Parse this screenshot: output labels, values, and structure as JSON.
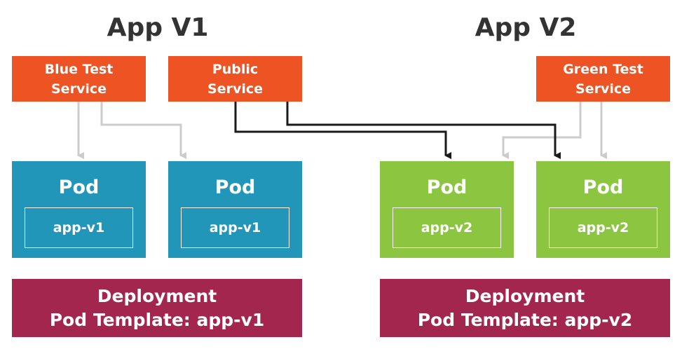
{
  "titles": {
    "v1": "App V1",
    "v2": "App V2"
  },
  "services": {
    "blue_test": "Blue Test\nService",
    "public": "Public\nService",
    "green_test": "Green Test\nService"
  },
  "pods": [
    {
      "title": "Pod",
      "app": "app-v1"
    },
    {
      "title": "Pod",
      "app": "app-v1"
    },
    {
      "title": "Pod",
      "app": "app-v2"
    },
    {
      "title": "Pod",
      "app": "app-v2"
    }
  ],
  "deployments": [
    {
      "line1": "Deployment",
      "line2": "Pod Template: app-v1"
    },
    {
      "line1": "Deployment",
      "line2": "Pod Template: app-v2"
    }
  ],
  "colors": {
    "service": "#ee5324",
    "pod_v1": "#2296b9",
    "pod_v2": "#8cc540",
    "deployment": "#a3264f",
    "arrow_public": "#1a1a1a",
    "arrow_test": "#cccccc"
  }
}
